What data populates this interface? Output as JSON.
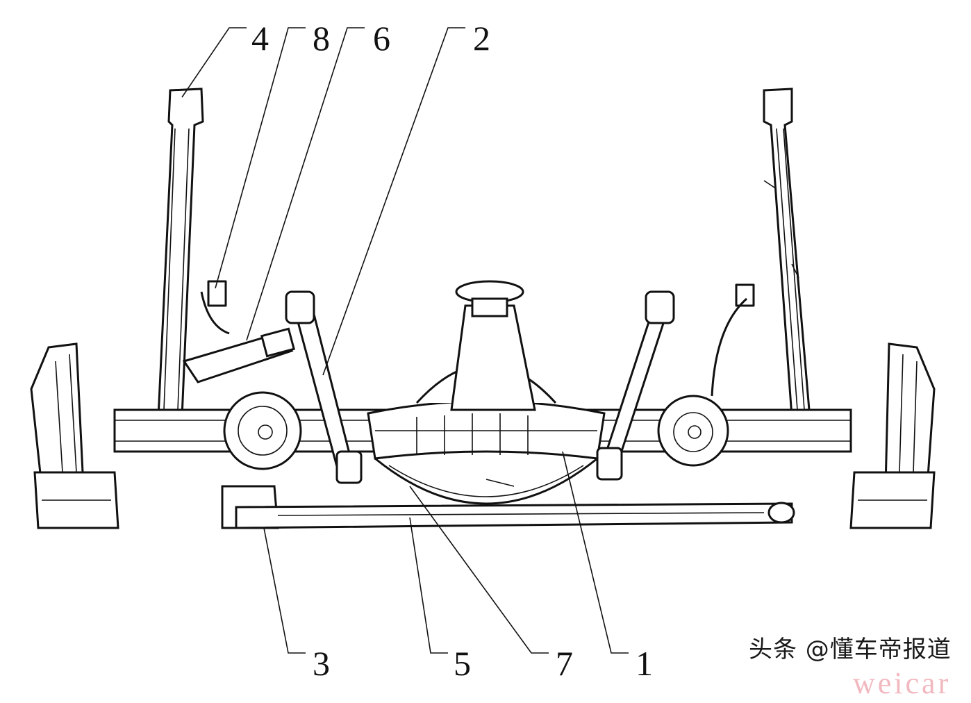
{
  "diagram": {
    "callouts_top": [
      "4",
      "8",
      "6",
      "2"
    ],
    "callouts_bottom": [
      "3",
      "5",
      "7",
      "1"
    ]
  },
  "watermark": {
    "text": "头条 @懂车帝报道",
    "overlay": "weicar"
  }
}
